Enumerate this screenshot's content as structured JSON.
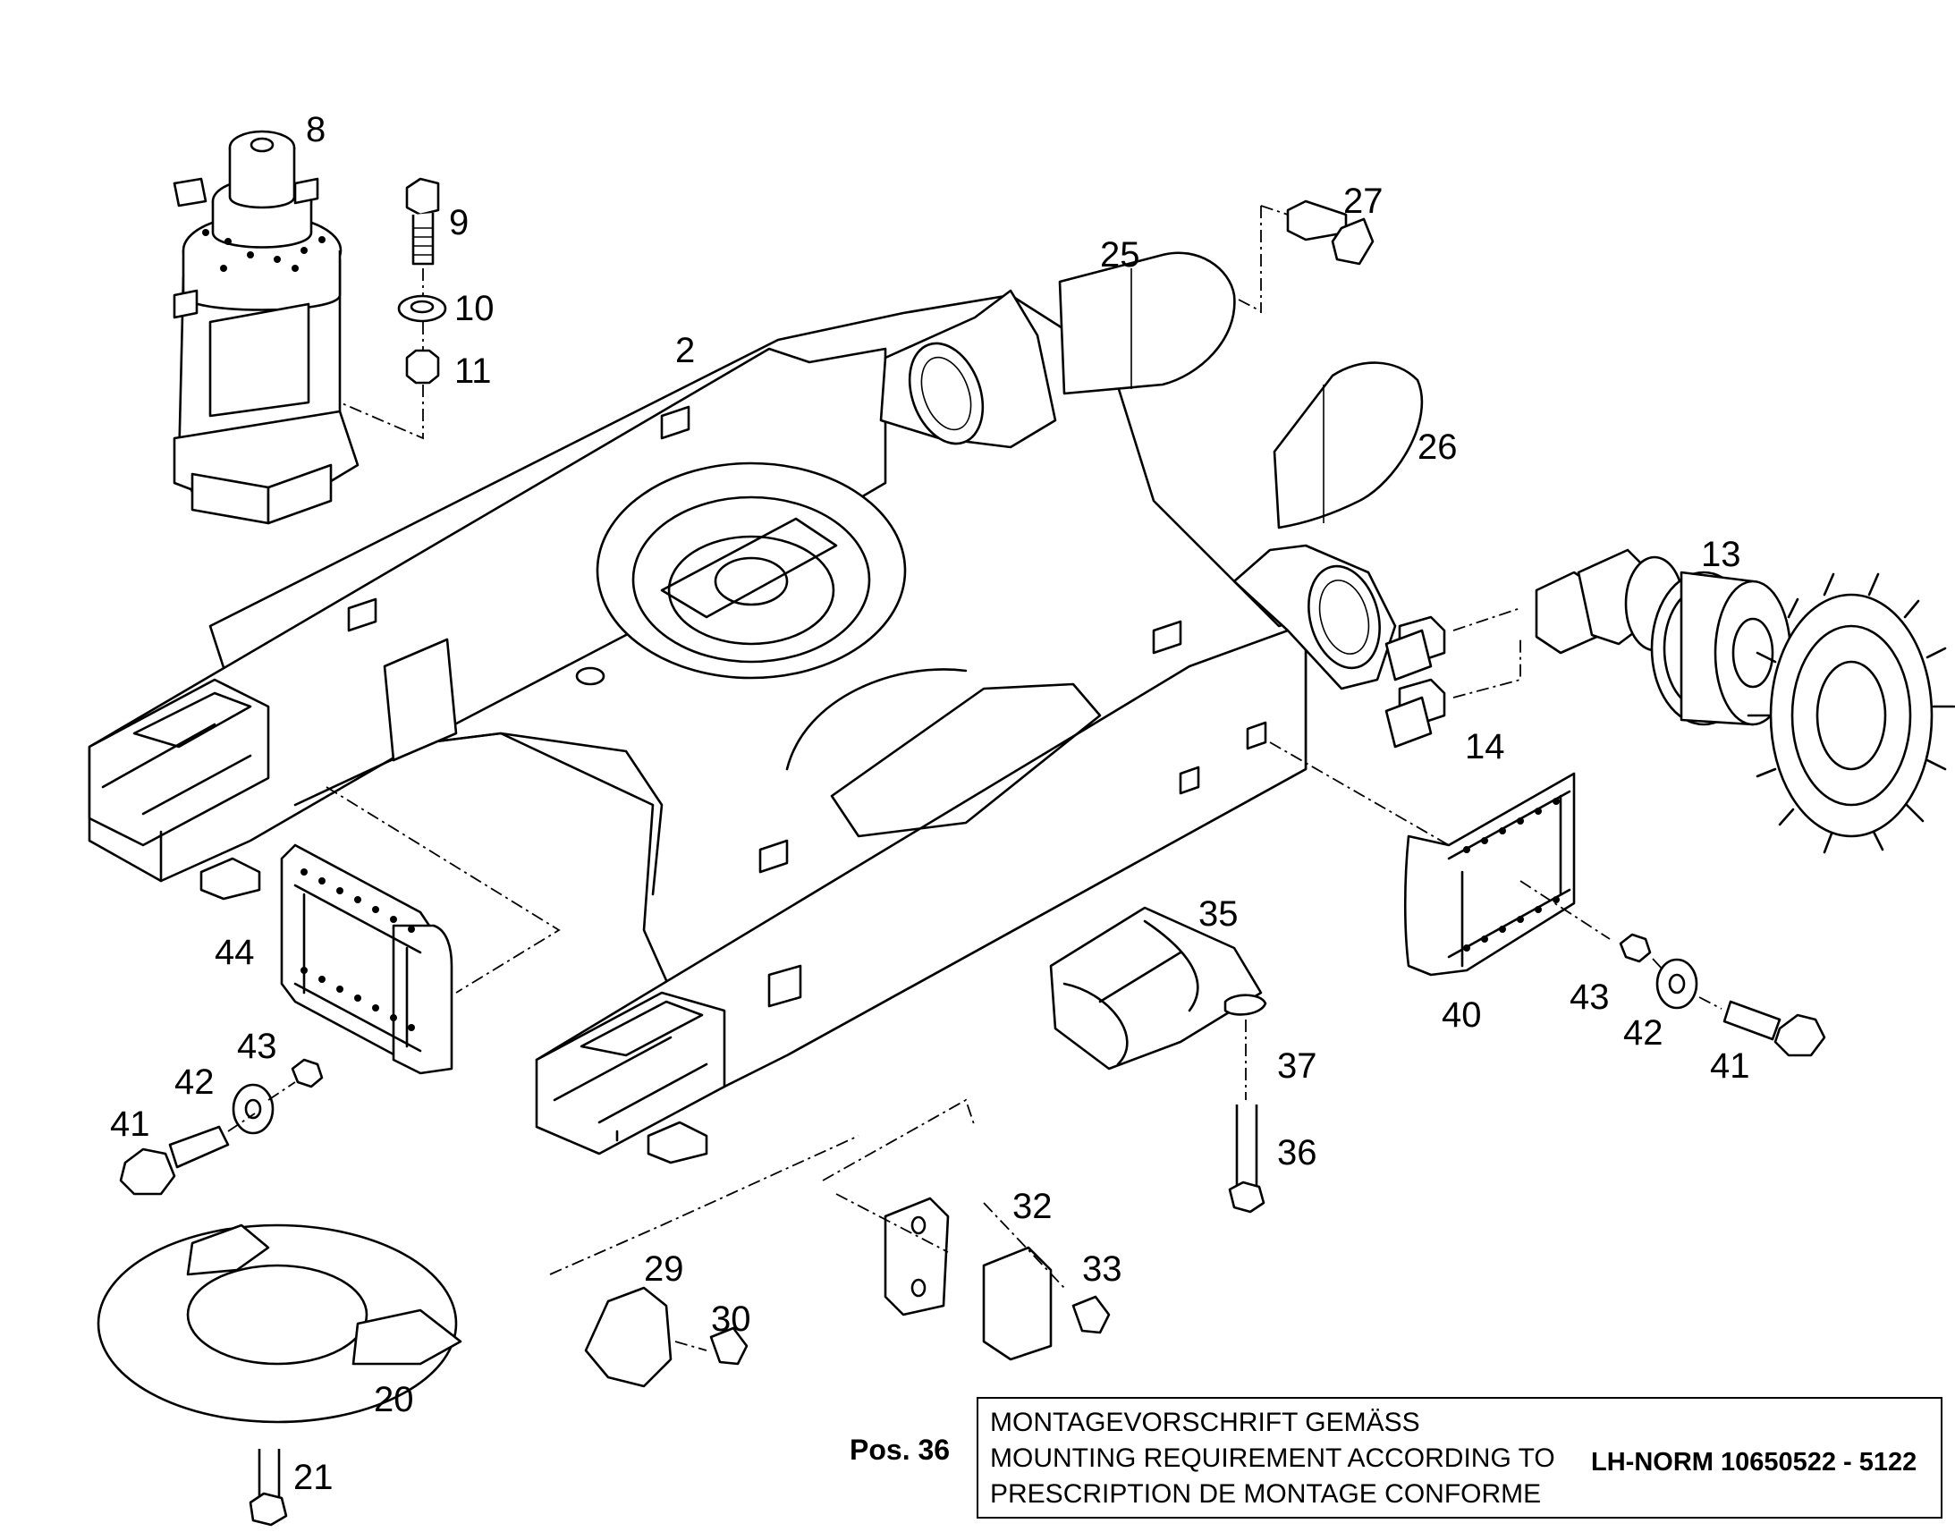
{
  "diagram": {
    "callouts": [
      {
        "id": "c-8",
        "text": "8"
      },
      {
        "id": "c-9",
        "text": "9"
      },
      {
        "id": "c-10",
        "text": "10"
      },
      {
        "id": "c-11",
        "text": "11"
      },
      {
        "id": "c-2",
        "text": "2"
      },
      {
        "id": "c-25",
        "text": "25"
      },
      {
        "id": "c-27",
        "text": "27"
      },
      {
        "id": "c-26",
        "text": "26"
      },
      {
        "id": "c-13",
        "text": "13"
      },
      {
        "id": "c-14",
        "text": "14"
      },
      {
        "id": "c-44",
        "text": "44"
      },
      {
        "id": "c-43-left",
        "text": "43"
      },
      {
        "id": "c-42-left",
        "text": "42"
      },
      {
        "id": "c-41-left",
        "text": "41"
      },
      {
        "id": "c-35",
        "text": "35"
      },
      {
        "id": "c-37",
        "text": "37"
      },
      {
        "id": "c-36",
        "text": "36"
      },
      {
        "id": "c-40",
        "text": "40"
      },
      {
        "id": "c-43-right",
        "text": "43"
      },
      {
        "id": "c-42-right",
        "text": "42"
      },
      {
        "id": "c-41-right",
        "text": "41"
      },
      {
        "id": "c-32",
        "text": "32"
      },
      {
        "id": "c-33",
        "text": "33"
      },
      {
        "id": "c-29",
        "text": "29"
      },
      {
        "id": "c-30",
        "text": "30"
      },
      {
        "id": "c-20",
        "text": "20"
      },
      {
        "id": "c-21",
        "text": "21"
      }
    ]
  },
  "note": {
    "position_label": "Pos. 36",
    "line_de": "MONTAGEVORSCHRIFT GEMÄSS",
    "line_en": "MOUNTING REQUIREMENT ACCORDING TO",
    "line_fr": "PRESCRIPTION DE MONTAGE CONFORME",
    "standard_ref": "LH-NORM 10650522 - 5122"
  }
}
